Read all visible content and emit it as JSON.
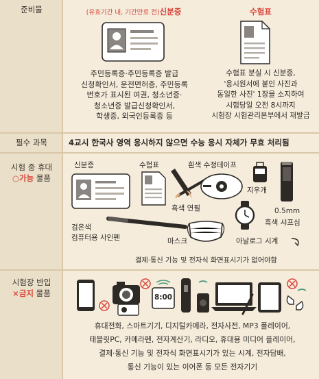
{
  "rows": {
    "preparation": "준비물",
    "required_subject": "필수 과목",
    "allowed": {
      "line1": "시험 중 휴대",
      "mark": "○",
      "word": "가능",
      "tail": "물품"
    },
    "banned": {
      "line1": "시험장 반입",
      "mark": "×",
      "word": "금지",
      "tail": "물품"
    }
  },
  "id_card": {
    "note": "(유효기간 내, 기간만료 전)",
    "title": "신분증",
    "lines": [
      "주민등록증·주민등록증 발급",
      "신청확인서, 운전면허증, 주민등록",
      "번호가 표시된 여권, 청소년증·",
      "청소년증 발급신청확인서,",
      "학생증, 외국인등록증 등"
    ]
  },
  "admission": {
    "title": "수험표",
    "lines": [
      "수험표 분실 시 신분증,",
      "'응시원서에 붙인 사진과",
      "동일한 사진' 1장을 소지하여",
      "시험당일 오전 8시까지",
      "시험장 시험관리본부에서 재발급"
    ]
  },
  "required": "4교시 한국사 영역 응시하지 않으면 수능 응시 자체가 무효 처리됨",
  "allowed_items": {
    "id": "신분증",
    "ticket": "수험표",
    "tape": "흰색 수정테이프",
    "pencil": "흑색 연필",
    "eraser": "지우개",
    "mech_pencil_1": "0.5mm",
    "mech_pencil_2": "흑색 샤프심",
    "pen_1": "검은색",
    "pen_2": "컴퓨터용 사인펜",
    "mask": "마스크",
    "watch": "아날로그 시계",
    "watch_note": "결제·통신 기능 및 전자식 화면표시기가 없어야함"
  },
  "banned_items": {
    "clock_text": "8:00",
    "lines": [
      "휴대전화, 스마트기기, 디지털카메라, 전자사전, MP3 플레이어,",
      "태블릿PC, 카메라펜, 전자계산기, 라디오, 휴대용 미디어 플레이어,",
      "결제·통신 기능 및 전자식 화면표시기가 있는 시계, 전자담배,",
      "통신 기능이 있는 이어폰 등 모든 전자기기"
    ]
  },
  "colors": {
    "accent": "#d9453a",
    "background": "#f5ecdc",
    "left_column": "#eadfc9",
    "dark": "#2d2a26"
  }
}
